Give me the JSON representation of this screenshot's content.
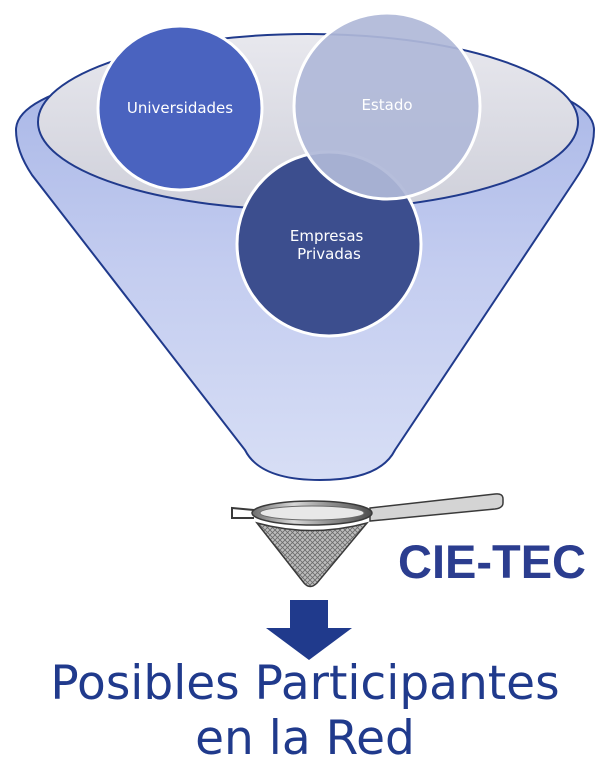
{
  "funnel": {
    "circles": [
      {
        "label_lines": [
          "Universidades"
        ]
      },
      {
        "label_lines": [
          "Estado"
        ]
      },
      {
        "label_lines": [
          "Empresas",
          "Privadas"
        ]
      }
    ]
  },
  "filter": {
    "icon": "strainer-icon"
  },
  "brand": {
    "label": "CIE-TEC"
  },
  "arrow": {
    "icon": "arrow-down-icon"
  },
  "result": {
    "line1": "Posibles Participantes",
    "line2": "en la Red"
  },
  "colors": {
    "funnel_fill": "#c4cdf0",
    "funnel_stroke": "#203a8c",
    "rim_fill": "#dddde6",
    "universidades": "#4a63bf",
    "estado": "#b0b9d8",
    "empresas": "#3c4e8e",
    "arrow": "#203a8c",
    "text": "#2b3d8f"
  }
}
